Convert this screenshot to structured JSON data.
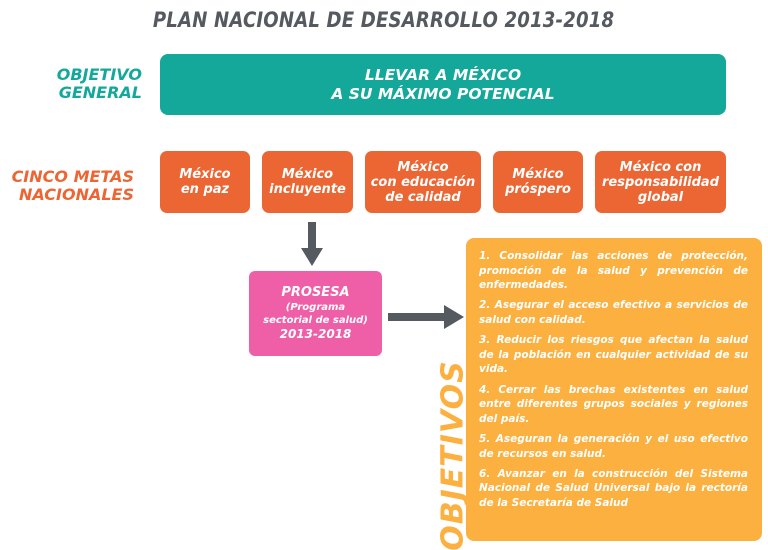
{
  "title": "PLAN NACIONAL DE DESARROLLO 2013-2018",
  "general": {
    "label_line1": "OBJETIVO",
    "label_line2": "GENERAL",
    "box_line1": "LLEVAR A MÉXICO",
    "box_line2": "A SU MÁXIMO POTENCIAL"
  },
  "metas": {
    "label_line1": "CINCO METAS",
    "label_line2": "NACIONALES",
    "items": [
      "México\nen paz",
      "México\nincluyente",
      "México\ncon educación\nde calidad",
      "México\npróspero",
      "México con\nresponsabilidad\nglobal"
    ]
  },
  "prosesa": {
    "title": "PROSESA",
    "subtitle": "(Programa\nsectorial de salud)",
    "years": "2013-2018"
  },
  "objetivos": {
    "vertical_label": "OBJETIVOS",
    "items": [
      "1. Consolidar las acciones de protección, promoción de la salud y prevención de enfermedades.",
      "2. Asegurar el acceso efectivo a servicios de salud con calidad.",
      "3. Reducir los riesgos que afectan la salud de la población en cualquier actividad de su vida.",
      "4. Cerrar las brechas existentes en salud entre diferentes grupos sociales y regiones del país.",
      "5. Aseguran la generación y el uso efectivo de recursos en salud.",
      "6. Avanzar en la construcción del Sistema Nacional de Salud Universal bajo la rectoría de la Secretaría de Salud"
    ]
  },
  "colors": {
    "teal": "#14a89a",
    "orange": "#ec6634",
    "pink": "#ee5fa8",
    "yellow": "#fbb040",
    "gray": "#555a60"
  }
}
